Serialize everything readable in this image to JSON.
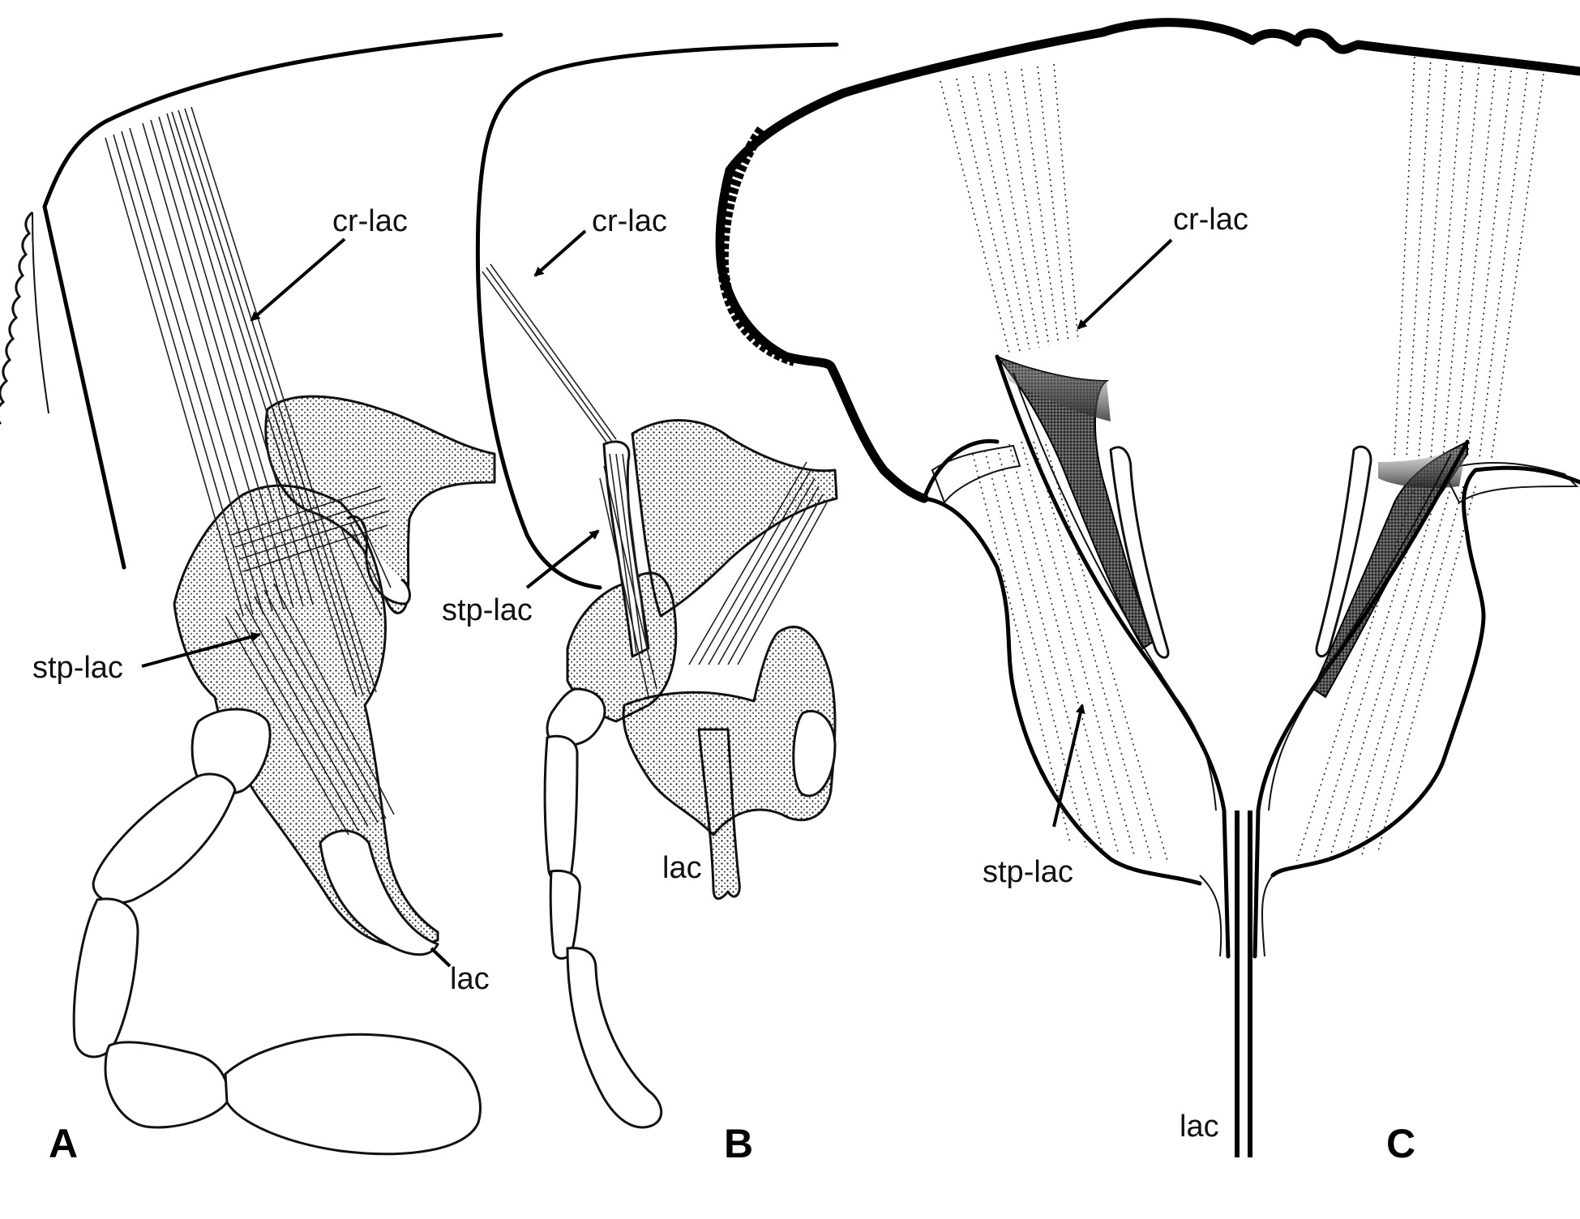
{
  "figure": {
    "panels": [
      {
        "id": "A",
        "label": "A",
        "annotations": {
          "cr": "cr-lac",
          "stp": "stp-lac",
          "lac": "lac"
        }
      },
      {
        "id": "B",
        "label": "B",
        "annotations": {
          "cr": "cr-lac",
          "stp": "stp-lac",
          "lac": "lac"
        }
      },
      {
        "id": "C",
        "label": "C",
        "annotations": {
          "cr": "cr-lac",
          "stp": "stp-lac",
          "lac": "lac"
        }
      }
    ]
  }
}
